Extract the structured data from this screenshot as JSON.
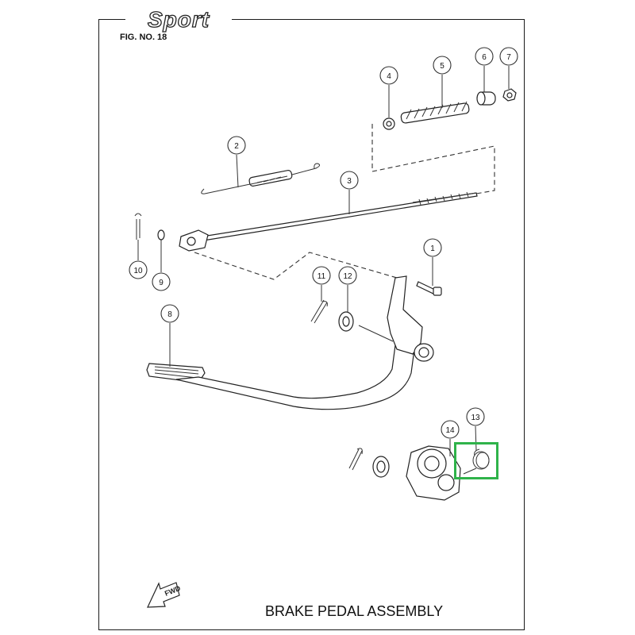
{
  "header": {
    "logo_text": "Sport",
    "figure_number": "FIG. NO. 18"
  },
  "footer": {
    "title": "BRAKE PEDAL ASSEMBLY",
    "fwd_label": "FWD"
  },
  "callouts": [
    "1",
    "2",
    "3",
    "4",
    "5",
    "6",
    "7",
    "8",
    "9",
    "10",
    "11",
    "12",
    "13",
    "14"
  ],
  "colors": {
    "highlight": "#2fb34a",
    "line": "#222222"
  },
  "highlighted_part": "13"
}
